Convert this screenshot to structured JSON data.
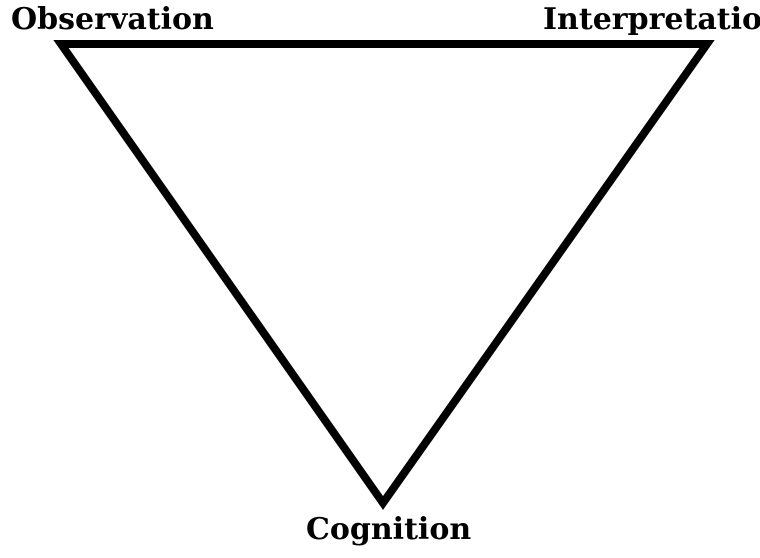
{
  "diagram": {
    "labels": {
      "observation": "Observation",
      "interpretation": "Interpretation",
      "cognition": "Cognition"
    },
    "colors": {
      "stroke": "#000000",
      "background": "#ffffff"
    }
  }
}
